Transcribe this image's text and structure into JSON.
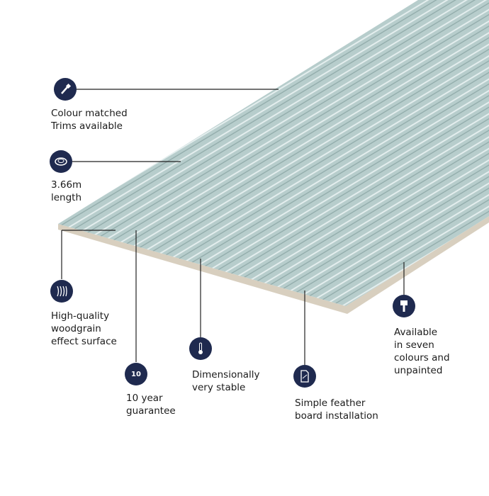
{
  "colors": {
    "icon_bg": "#1f2a4f",
    "board_face": "#b7cdcc",
    "board_edge": "#d8cfbf"
  },
  "features": [
    {
      "icon": "screw-icon",
      "lines": [
        "Colour matched",
        "Trims available"
      ]
    },
    {
      "icon": "tape-measure-icon",
      "lines": [
        "3.66m",
        "length"
      ]
    },
    {
      "icon": "woodgrain-icon",
      "lines": [
        "High-quality",
        "woodgrain",
        "effect surface"
      ]
    },
    {
      "icon": "guarantee-badge-icon",
      "badge_text": "10",
      "lines": [
        "10 year",
        "guarantee"
      ]
    },
    {
      "icon": "thermometer-icon",
      "lines": [
        "Dimensionally",
        "very stable"
      ]
    },
    {
      "icon": "installation-document-icon",
      "lines": [
        "Simple feather",
        "board installation"
      ]
    },
    {
      "icon": "paintbrush-icon",
      "lines": [
        "Available",
        "in seven",
        "colours and",
        "unpainted"
      ]
    }
  ]
}
